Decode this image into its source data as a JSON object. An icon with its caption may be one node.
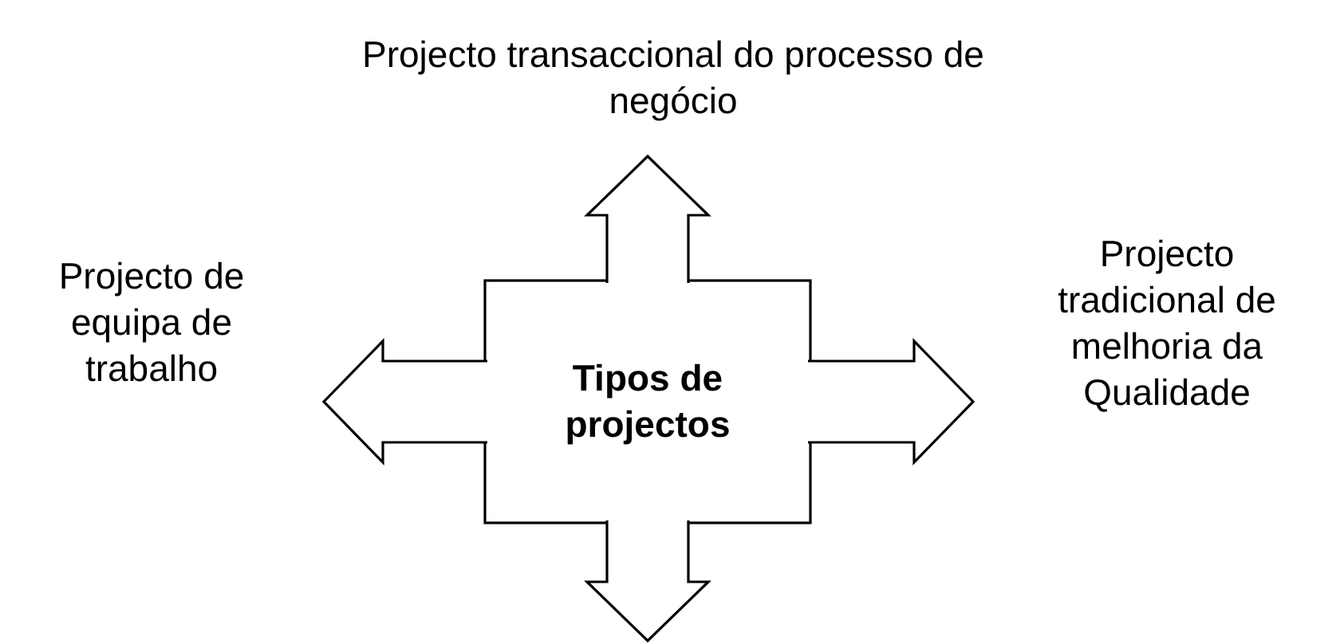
{
  "diagram": {
    "nodes": [
      {
        "text": [
          "Tipos de projectos"
        ]
      },
      {
        "text": [
          "Projecto transaccional do processo de negócio"
        ]
      },
      {
        "text": [
          "Projecto de equipa de trabalho"
        ]
      },
      {
        "text": [
          "Projecto tradicional de melhoria da Qualidade"
        ]
      }
    ],
    "edges": [
      {
        "from": 0,
        "to": 1,
        "arrow": "to"
      },
      {
        "from": 0,
        "to": 2,
        "arrow": "to"
      },
      {
        "from": 0,
        "to": 3,
        "arrow": "to"
      },
      {
        "from": 0,
        "to": null,
        "arrow": "to"
      }
    ]
  }
}
